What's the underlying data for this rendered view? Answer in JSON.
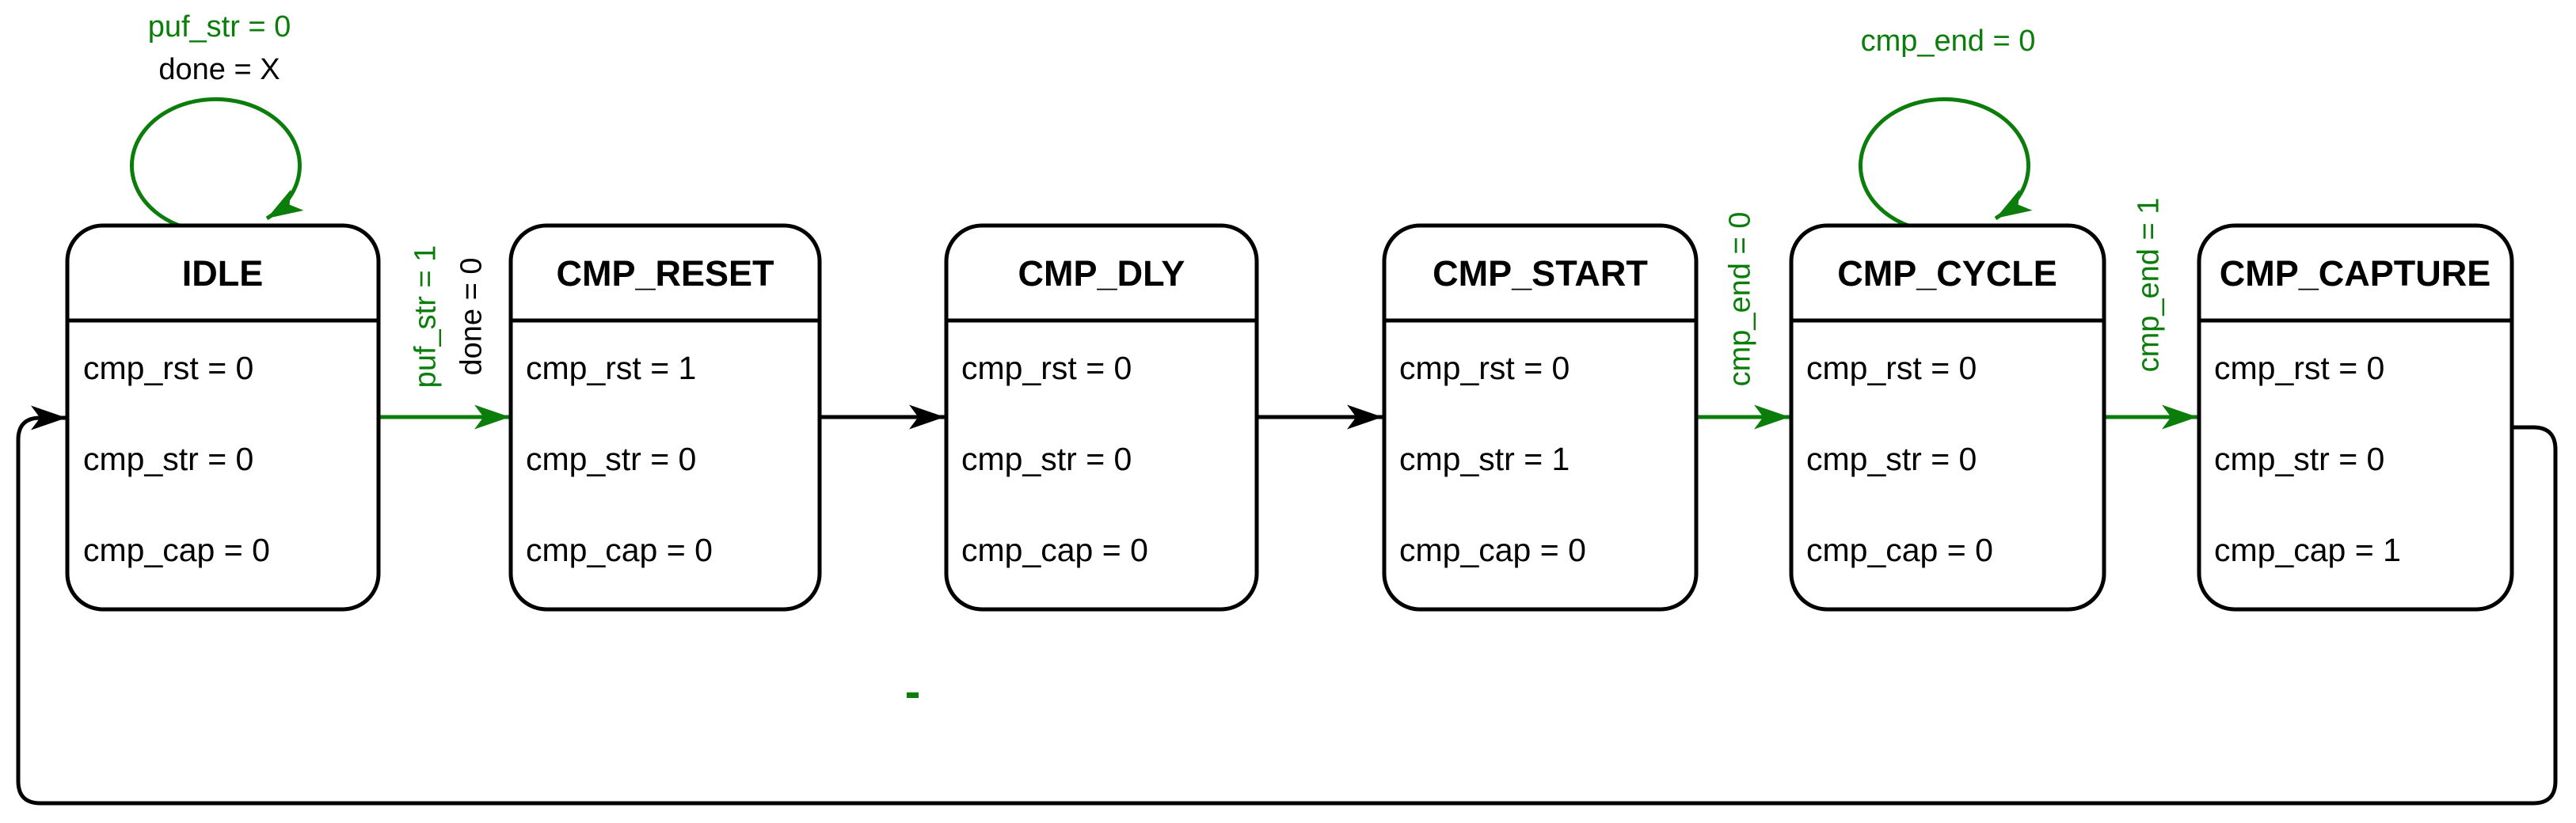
{
  "diagram_type": "finite-state-machine",
  "colors": {
    "transition_green": "#0b7d0b",
    "line_black": "#000000",
    "background": "#ffffff"
  },
  "states": [
    {
      "name": "IDLE",
      "outputs": [
        "cmp_rst = 0",
        "cmp_str = 0",
        "cmp_cap = 0"
      ]
    },
    {
      "name": "CMP_RESET",
      "outputs": [
        "cmp_rst = 1",
        "cmp_str = 0",
        "cmp_cap = 0"
      ]
    },
    {
      "name": "CMP_DLY",
      "outputs": [
        "cmp_rst = 0",
        "cmp_str = 0",
        "cmp_cap = 0"
      ]
    },
    {
      "name": "CMP_START",
      "outputs": [
        "cmp_rst = 0",
        "cmp_str = 1",
        "cmp_cap = 0"
      ]
    },
    {
      "name": "CMP_CYCLE",
      "outputs": [
        "cmp_rst = 0",
        "cmp_str = 0",
        "cmp_cap = 0"
      ]
    },
    {
      "name": "CMP_CAPTURE",
      "outputs": [
        "cmp_rst = 0",
        "cmp_str = 0",
        "cmp_cap = 1"
      ]
    }
  ],
  "self_loops": [
    {
      "state": "IDLE",
      "labels": [
        {
          "text": "puf_str = 0",
          "color": "#0b7d0b"
        },
        {
          "text": "done = X",
          "color": "#000000"
        }
      ]
    },
    {
      "state": "CMP_CYCLE",
      "labels": [
        {
          "text": "cmp_end = 0",
          "color": "#0b7d0b"
        }
      ]
    }
  ],
  "transitions": [
    {
      "from": "IDLE",
      "to": "CMP_RESET",
      "labels": [
        {
          "text": "puf_str = 1",
          "color": "#0b7d0b"
        },
        {
          "text": "done = 0",
          "color": "#000000"
        }
      ]
    },
    {
      "from": "CMP_RESET",
      "to": "CMP_DLY",
      "labels": []
    },
    {
      "from": "CMP_DLY",
      "to": "CMP_START",
      "labels": []
    },
    {
      "from": "CMP_START",
      "to": "CMP_CYCLE",
      "labels": [
        {
          "text": "cmp_end = 0",
          "color": "#0b7d0b"
        }
      ]
    },
    {
      "from": "CMP_CYCLE",
      "to": "CMP_CAPTURE",
      "labels": [
        {
          "text": "cmp_end = 1",
          "color": "#0b7d0b"
        }
      ]
    },
    {
      "from": "CMP_CAPTURE",
      "to": "IDLE",
      "labels": []
    }
  ]
}
